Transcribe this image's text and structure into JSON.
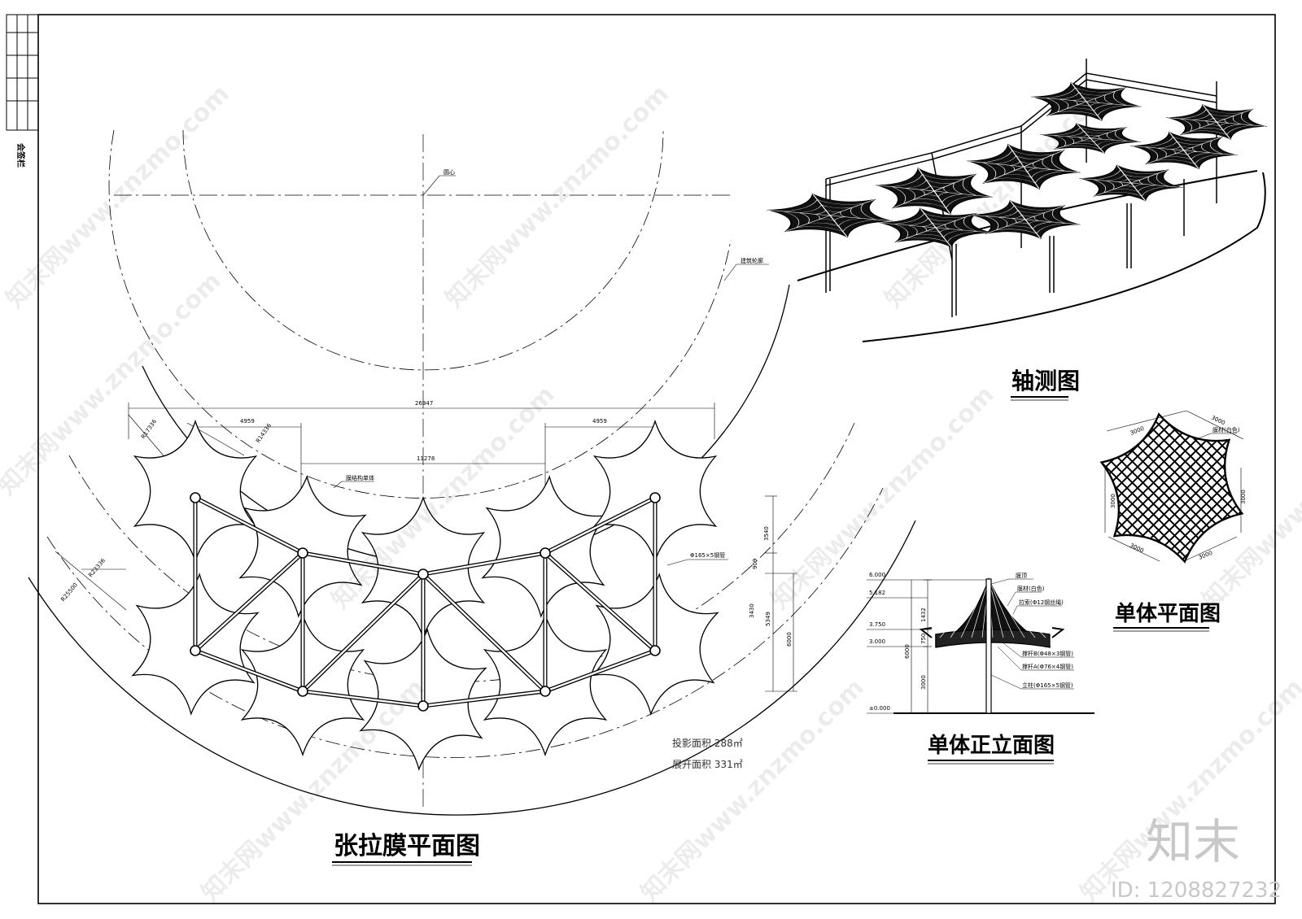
{
  "sheet": {
    "titleblock_label": "会签栏",
    "plan_title": "张拉膜平面图",
    "axo_title": "轴测图",
    "unit_plan_title": "单体平面图",
    "unit_elev_title": "单体正立面图",
    "projected_area": "投影面积 288㎡",
    "expanded_area": "展开面积 331㎡"
  },
  "plan_labels": {
    "center": "圆心",
    "building_outline": "建筑轮廓",
    "membrane_unit": "膜结构单体",
    "pipe_spec": "Φ165×5钢管"
  },
  "plan_dims": {
    "total": "26947",
    "left": "4959",
    "right": "4959",
    "mid": "11278",
    "r1": "R17336",
    "r2": "R14336",
    "r3": "R23336",
    "r4": "R25500",
    "v1": "3540",
    "v2": "909",
    "v3": "3430",
    "v4": "5349",
    "v5": "6000"
  },
  "unit_plan_dims": {
    "side": "3000",
    "material": "膜材(白色)"
  },
  "elevation": {
    "levels": [
      "6.000",
      "5.182",
      "3.750",
      "3.000",
      "±0.000"
    ],
    "dims": [
      "1432",
      "750",
      "3000",
      "6000"
    ],
    "notes": [
      "膜顶",
      "膜材(白色)",
      "拉索(Φ12钢丝绳)",
      "撑杆B(Φ48×3钢管)",
      "撑杆A(Φ76×4钢管)",
      "立柱(Φ165×5钢管)"
    ]
  },
  "watermark": {
    "text": "知末网www.znzmo.com",
    "brand": "知末",
    "id": "ID: 1208827232"
  }
}
